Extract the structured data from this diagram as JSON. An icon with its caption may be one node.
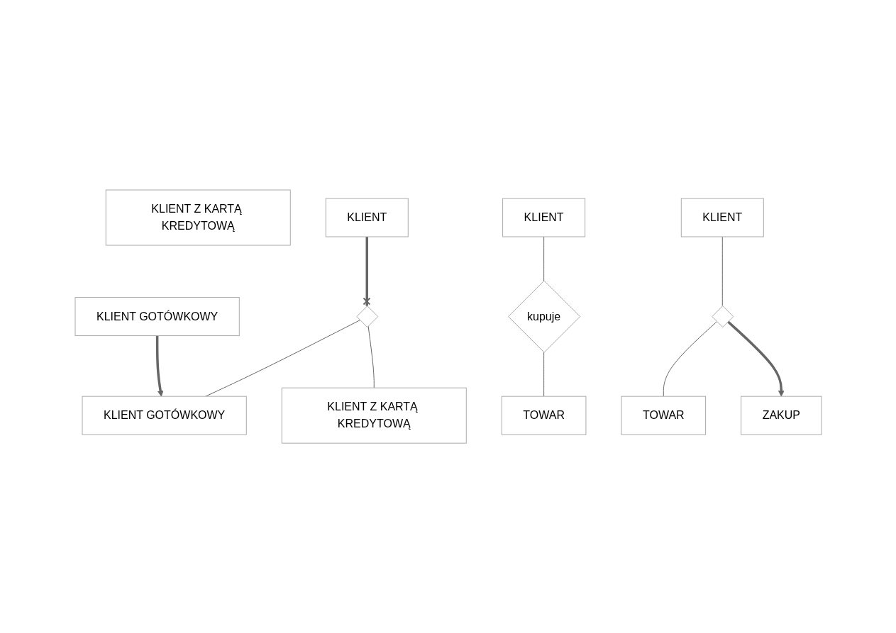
{
  "diagram": {
    "nodes": [
      {
        "text": [
          "KLIENT GOTÓWKOWY"
        ]
      },
      {
        "text": [
          "KLIENT Z KARTĄ KREDYTOWĄ"
        ]
      },
      {
        "text": [
          "KLIENT"
        ]
      },
      {
        "text": [],
        "shape": "diamond"
      },
      {
        "text": [
          "KLIENT GOTÓWKOWY"
        ]
      },
      {
        "text": [
          "KLIENT Z KARTĄ KREDYTOWĄ"
        ]
      },
      {
        "text": [
          "KLIENT"
        ]
      },
      {
        "text": [
          "kupuje"
        ]
      },
      {
        "text": [
          "TOWAR"
        ]
      },
      {
        "text": [
          "KLIENT"
        ]
      },
      {
        "text": [],
        "shape": "diamond"
      },
      {
        "text": [
          "TOWAR"
        ]
      },
      {
        "text": [
          "ZAKUP"
        ]
      }
    ],
    "edges": [
      {
        "from": 0,
        "to": 4,
        "arrow": "to",
        "style": "thick"
      },
      {
        "from": 2,
        "to": 3,
        "arrow": "other",
        "style": "thick"
      },
      {
        "from": 3,
        "to": 4,
        "arrow": "none"
      },
      {
        "from": 3,
        "to": 5,
        "arrow": "none"
      },
      {
        "from": 6,
        "to": 7,
        "arrow": "none"
      },
      {
        "from": 7,
        "to": 8,
        "arrow": "none"
      },
      {
        "from": 9,
        "to": 10,
        "arrow": "none"
      },
      {
        "from": 10,
        "to": 11,
        "arrow": "none"
      },
      {
        "from": 10,
        "to": 12,
        "arrow": "to",
        "style": "thick"
      }
    ]
  }
}
